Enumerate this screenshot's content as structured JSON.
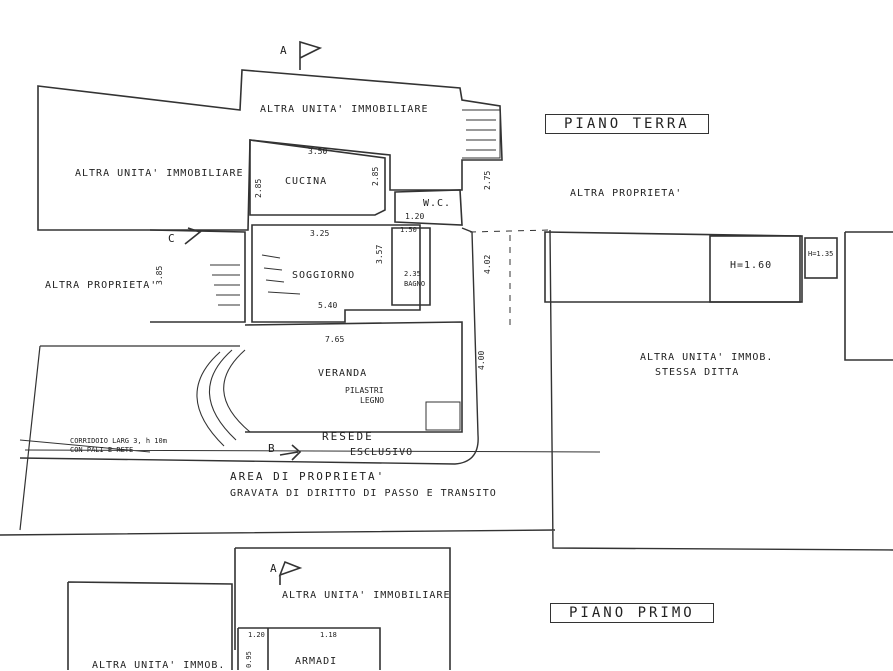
{
  "ground_floor": {
    "title": "PIANO TERRA",
    "rooms": {
      "kitchen": "CUCINA",
      "living": "SOGGIORNO",
      "veranda": "VERANDA",
      "bath": "BAGNO",
      "wc": "W.C.",
      "resede": "RESEDE",
      "esclusivo": "ESCLUSIVO"
    },
    "neighbors": {
      "top": "ALTRA UNITA' IMMOBILIARE",
      "left": "ALTRA UNITA' IMMOBILIARE",
      "right_top": "ALTRA PROPRIETA'",
      "left_mid": "ALTRA PROPRIETA'",
      "right_bottom_1": "ALTRA UNITA' IMMOB.",
      "right_bottom_2": "STESSA DITTA"
    },
    "area": {
      "line1": "AREA        DI       PROPRIETA'",
      "line2": "GRAVATA DI DIRITTO DI PASSO E TRANSITO"
    },
    "notes": {
      "pilastri_1": "PILASTRI",
      "pilastri_2": "LEGNO",
      "corridor_1": "CORRIDOIO LARG 3, h 10m",
      "corridor_2": "CON PALI E RETE"
    },
    "dimensions": {
      "kitchen_width": "3.50",
      "kitchen_left": "2.85",
      "kitchen_right": "2.85",
      "living_width": "3.25",
      "living_right": "3.57",
      "living_bottom": "5.40",
      "left_height": "3.85",
      "veranda_width": "7.65",
      "right_tall": "4.00",
      "right_mid": "4.02",
      "right_small": "2.75",
      "wc_width": "1.20",
      "bath_dim": "1.50",
      "bath_h": "2.35",
      "shed_1": "H=1.60",
      "shed_2": "H=1.35"
    },
    "sections": {
      "a": "A",
      "b": "B",
      "c": "C"
    }
  },
  "first_floor": {
    "title": "PIANO PRIMO",
    "rooms": {
      "armadi": "ARMADI",
      "neighbor_top": "ALTRA UNITA' IMMOBILIARE",
      "neighbor_left": "ALTRA UNITA' IMMOB."
    },
    "dimensions": {
      "d1": "1.20",
      "d2": "1.18",
      "d3": "0.95"
    },
    "sections": {
      "a": "A"
    }
  }
}
